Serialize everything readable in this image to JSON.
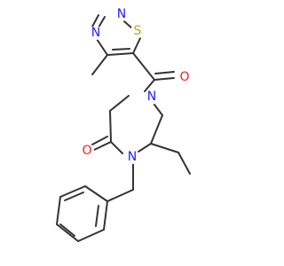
{
  "atoms": [
    {
      "id": "S",
      "label": "S",
      "color": "#c8a400"
    },
    {
      "id": "N1",
      "label": "N",
      "color": "#1f1fff"
    },
    {
      "id": "N2",
      "label": "N",
      "color": "#1f1fff"
    },
    {
      "id": "O1",
      "label": "O",
      "color": "#ff1a1a"
    },
    {
      "id": "N3",
      "label": "N",
      "color": "#1f1fff"
    },
    {
      "id": "N4",
      "label": "N",
      "color": "#1f1fff"
    },
    {
      "id": "O2",
      "label": "O",
      "color": "#ff1a1a"
    }
  ],
  "colors": {
    "bond": "#333333",
    "background": "#ffffff"
  }
}
